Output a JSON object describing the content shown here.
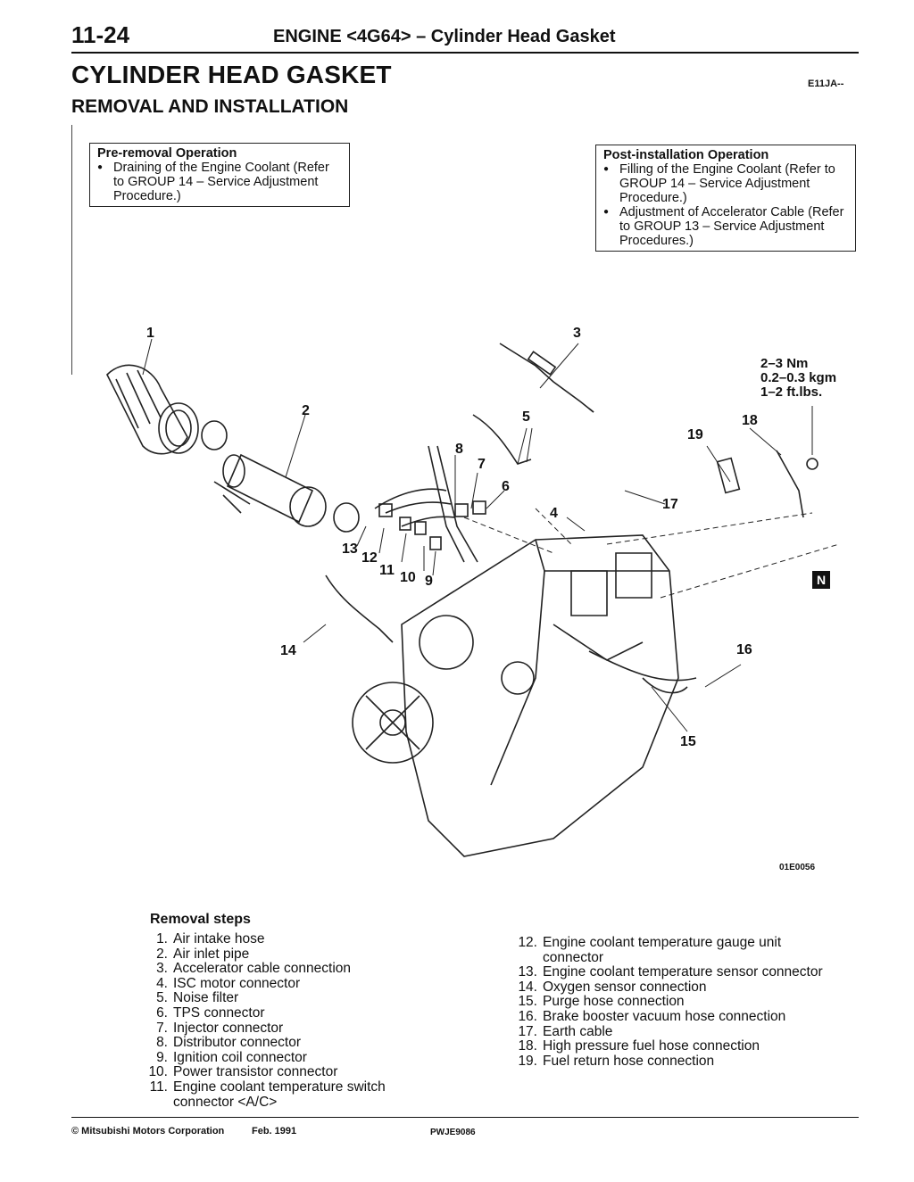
{
  "header": {
    "page_number": "11-24",
    "running_title": "ENGINE <4G64> – Cylinder Head Gasket"
  },
  "title": {
    "main": "CYLINDER HEAD GASKET",
    "sub": "REMOVAL AND INSTALLATION",
    "code": "E11JA--"
  },
  "pre_removal": {
    "heading": "Pre-removal Operation",
    "items": [
      "Draining of the Engine Coolant (Refer to GROUP 14 – Service Adjustment Procedure.)"
    ]
  },
  "post_installation": {
    "heading": "Post-installation Operation",
    "items": [
      "Filling of the Engine Coolant (Refer to GROUP 14 – Service Adjustment Procedure.)",
      "Adjustment of Accelerator Cable (Refer to GROUP 13 – Service Adjustment Procedures.)"
    ]
  },
  "diagram": {
    "callouts": [
      "1",
      "2",
      "3",
      "4",
      "5",
      "6",
      "7",
      "8",
      "9",
      "10",
      "11",
      "12",
      "13",
      "14",
      "15",
      "16",
      "17",
      "18",
      "19"
    ],
    "torque": [
      "2–3 Nm",
      "0.2–0.3 kgm",
      "1–2 ft.lbs."
    ],
    "n_mark": "N",
    "figure_code": "01E0056"
  },
  "removal": {
    "heading": "Removal steps",
    "left": [
      {
        "num": "1.",
        "text": "Air intake hose"
      },
      {
        "num": "2.",
        "text": "Air inlet pipe"
      },
      {
        "num": "3.",
        "text": "Accelerator cable connection"
      },
      {
        "num": "4.",
        "text": "ISC motor connector"
      },
      {
        "num": "5.",
        "text": "Noise filter"
      },
      {
        "num": "6.",
        "text": "TPS connector"
      },
      {
        "num": "7.",
        "text": "Injector connector"
      },
      {
        "num": "8.",
        "text": "Distributor connector"
      },
      {
        "num": "9.",
        "text": "Ignition coil connector"
      },
      {
        "num": "10.",
        "text": "Power transistor connector"
      },
      {
        "num": "11.",
        "text": "Engine coolant temperature switch connector <A/C>"
      }
    ],
    "right": [
      {
        "num": "12.",
        "text": "Engine coolant temperature gauge unit connector"
      },
      {
        "num": "13.",
        "text": "Engine coolant temperature sensor connector"
      },
      {
        "num": "14.",
        "text": "Oxygen sensor connection"
      },
      {
        "num": "15.",
        "text": "Purge hose connection"
      },
      {
        "num": "16.",
        "text": "Brake booster vacuum hose connection"
      },
      {
        "num": "17.",
        "text": "Earth cable"
      },
      {
        "num": "18.",
        "text": "High pressure fuel hose connection"
      },
      {
        "num": "19.",
        "text": "Fuel return hose connection"
      }
    ]
  },
  "footer": {
    "copyright": "© Mitsubishi Motors Corporation",
    "date": "Feb. 1991",
    "code": "PWJE9086"
  }
}
